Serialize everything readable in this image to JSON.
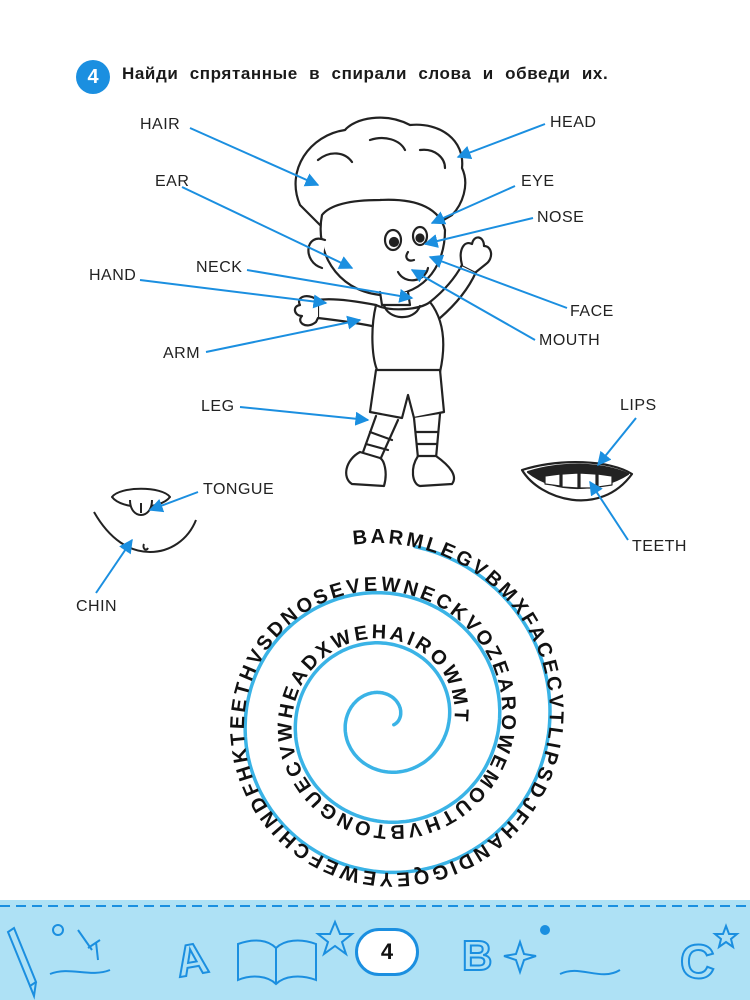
{
  "task": {
    "number": "4",
    "title": "Найди спрятанные в спирали слова и обведи их.",
    "accent_color": "#1b8fe0"
  },
  "labels": {
    "hair": "HAIR",
    "head": "HEAD",
    "ear": "EAR",
    "eye": "EYE",
    "nose": "NOSE",
    "hand": "HAND",
    "neck": "NECK",
    "face": "FACE",
    "arm": "ARM",
    "mouth": "MOUTH",
    "leg": "LEG",
    "lips": "LIPS",
    "tongue": "TONGUE",
    "teeth": "TEETH",
    "chin": "CHIN"
  },
  "spiral": {
    "letters": "BARMLEGVBMXFACECVTLIPSDJFHANDIGQEYEWEFCHINDFHKTEETHVSDNOSEVEWNECKVOZEAROWEMOUTHVBTONGUECVWHEADXWEHAIROWMT"
  },
  "footer": {
    "page_number": "4",
    "decor_letters": [
      "A",
      "B",
      "C"
    ]
  }
}
